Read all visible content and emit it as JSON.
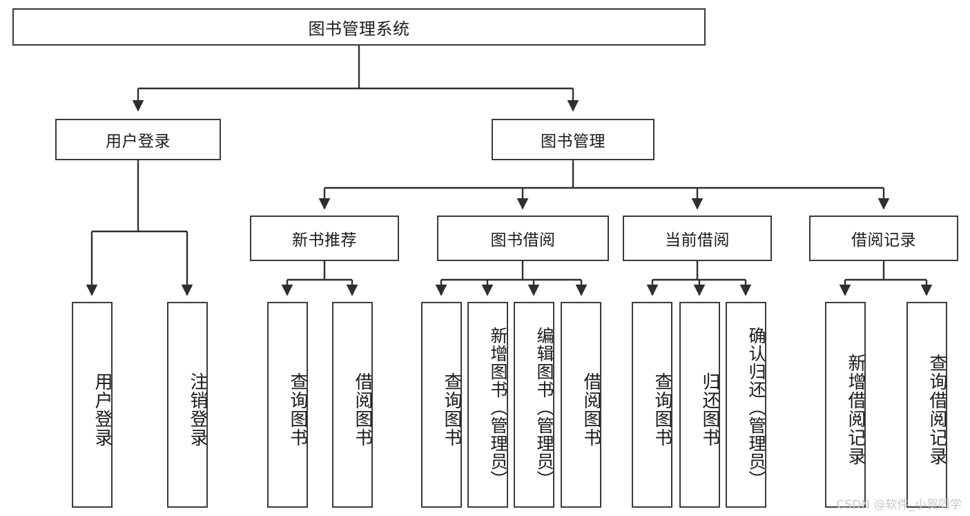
{
  "diagram": {
    "type": "tree-hierarchy",
    "title": "图书管理系统",
    "orientation": "top-down",
    "colors": {
      "box_border": "#3a3a3a",
      "box_fill": "#ffffff",
      "connector": "#2f2f2f",
      "text": "#1a1a1a",
      "watermark": "#c9c9c9",
      "background": "#ffffff"
    },
    "root": {
      "label": "图书管理系统"
    },
    "level2": [
      {
        "label": "用户登录"
      },
      {
        "label": "图书管理"
      }
    ],
    "level3": [
      {
        "label": "新书推荐"
      },
      {
        "label": "图书借阅"
      },
      {
        "label": "当前借阅"
      },
      {
        "label": "借阅记录"
      }
    ],
    "leaves": {
      "user_login": [
        {
          "label": "用户登录"
        },
        {
          "label": "注销登录"
        }
      ],
      "new_book_recommend": [
        {
          "label": "查询图书"
        },
        {
          "label": "借阅图书"
        }
      ],
      "book_borrow": [
        {
          "label": "查询图书"
        },
        {
          "label": "新增图书（管理员）"
        },
        {
          "label": "编辑图书（管理员）"
        },
        {
          "label": "借阅图书"
        }
      ],
      "current_borrow": [
        {
          "label": "查询图书"
        },
        {
          "label": "归还图书"
        },
        {
          "label": "确认归还（管理员）"
        }
      ],
      "borrow_record": [
        {
          "label": "新增借阅记录"
        },
        {
          "label": "查询借阅记录"
        }
      ]
    }
  },
  "watermark": {
    "text": "CSDN @软件_小贺同学"
  }
}
